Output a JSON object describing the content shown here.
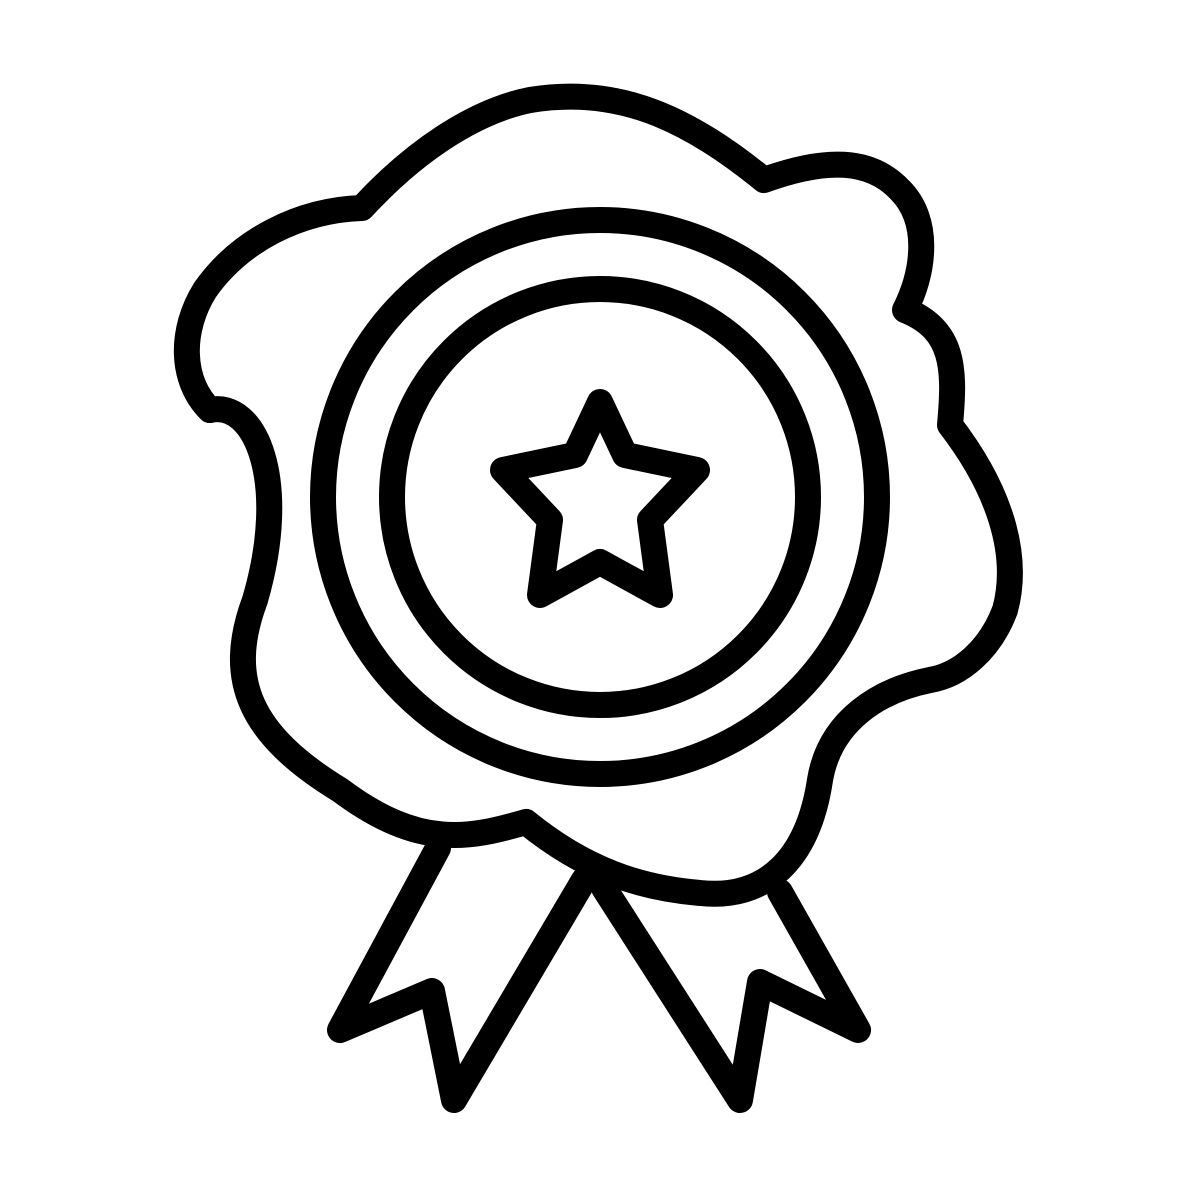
{
  "icon": {
    "name": "wax-seal-award-badge-icon",
    "style": "outline",
    "stroke_color": "#000000",
    "background_color": "#ffffff",
    "parts": [
      "ribbon-left",
      "ribbon-right",
      "wax-seal-outline",
      "outer-ring",
      "inner-ring",
      "star"
    ]
  }
}
